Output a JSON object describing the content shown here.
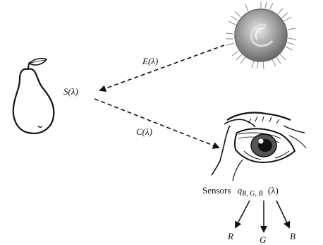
{
  "labels": {
    "illuminant": "E(λ)",
    "surface": "S(λ)",
    "color_signal": "C(λ)",
    "sensors_word": "Sensors",
    "sensor_symbol": "q",
    "sensor_subscript": "R, G, B",
    "sensor_lambda": "(λ)",
    "channel_r": "R",
    "channel_g": "G",
    "channel_b": "B"
  },
  "icons": {
    "source": "sun-icon",
    "object": "pear-icon",
    "observer": "eye-icon"
  }
}
